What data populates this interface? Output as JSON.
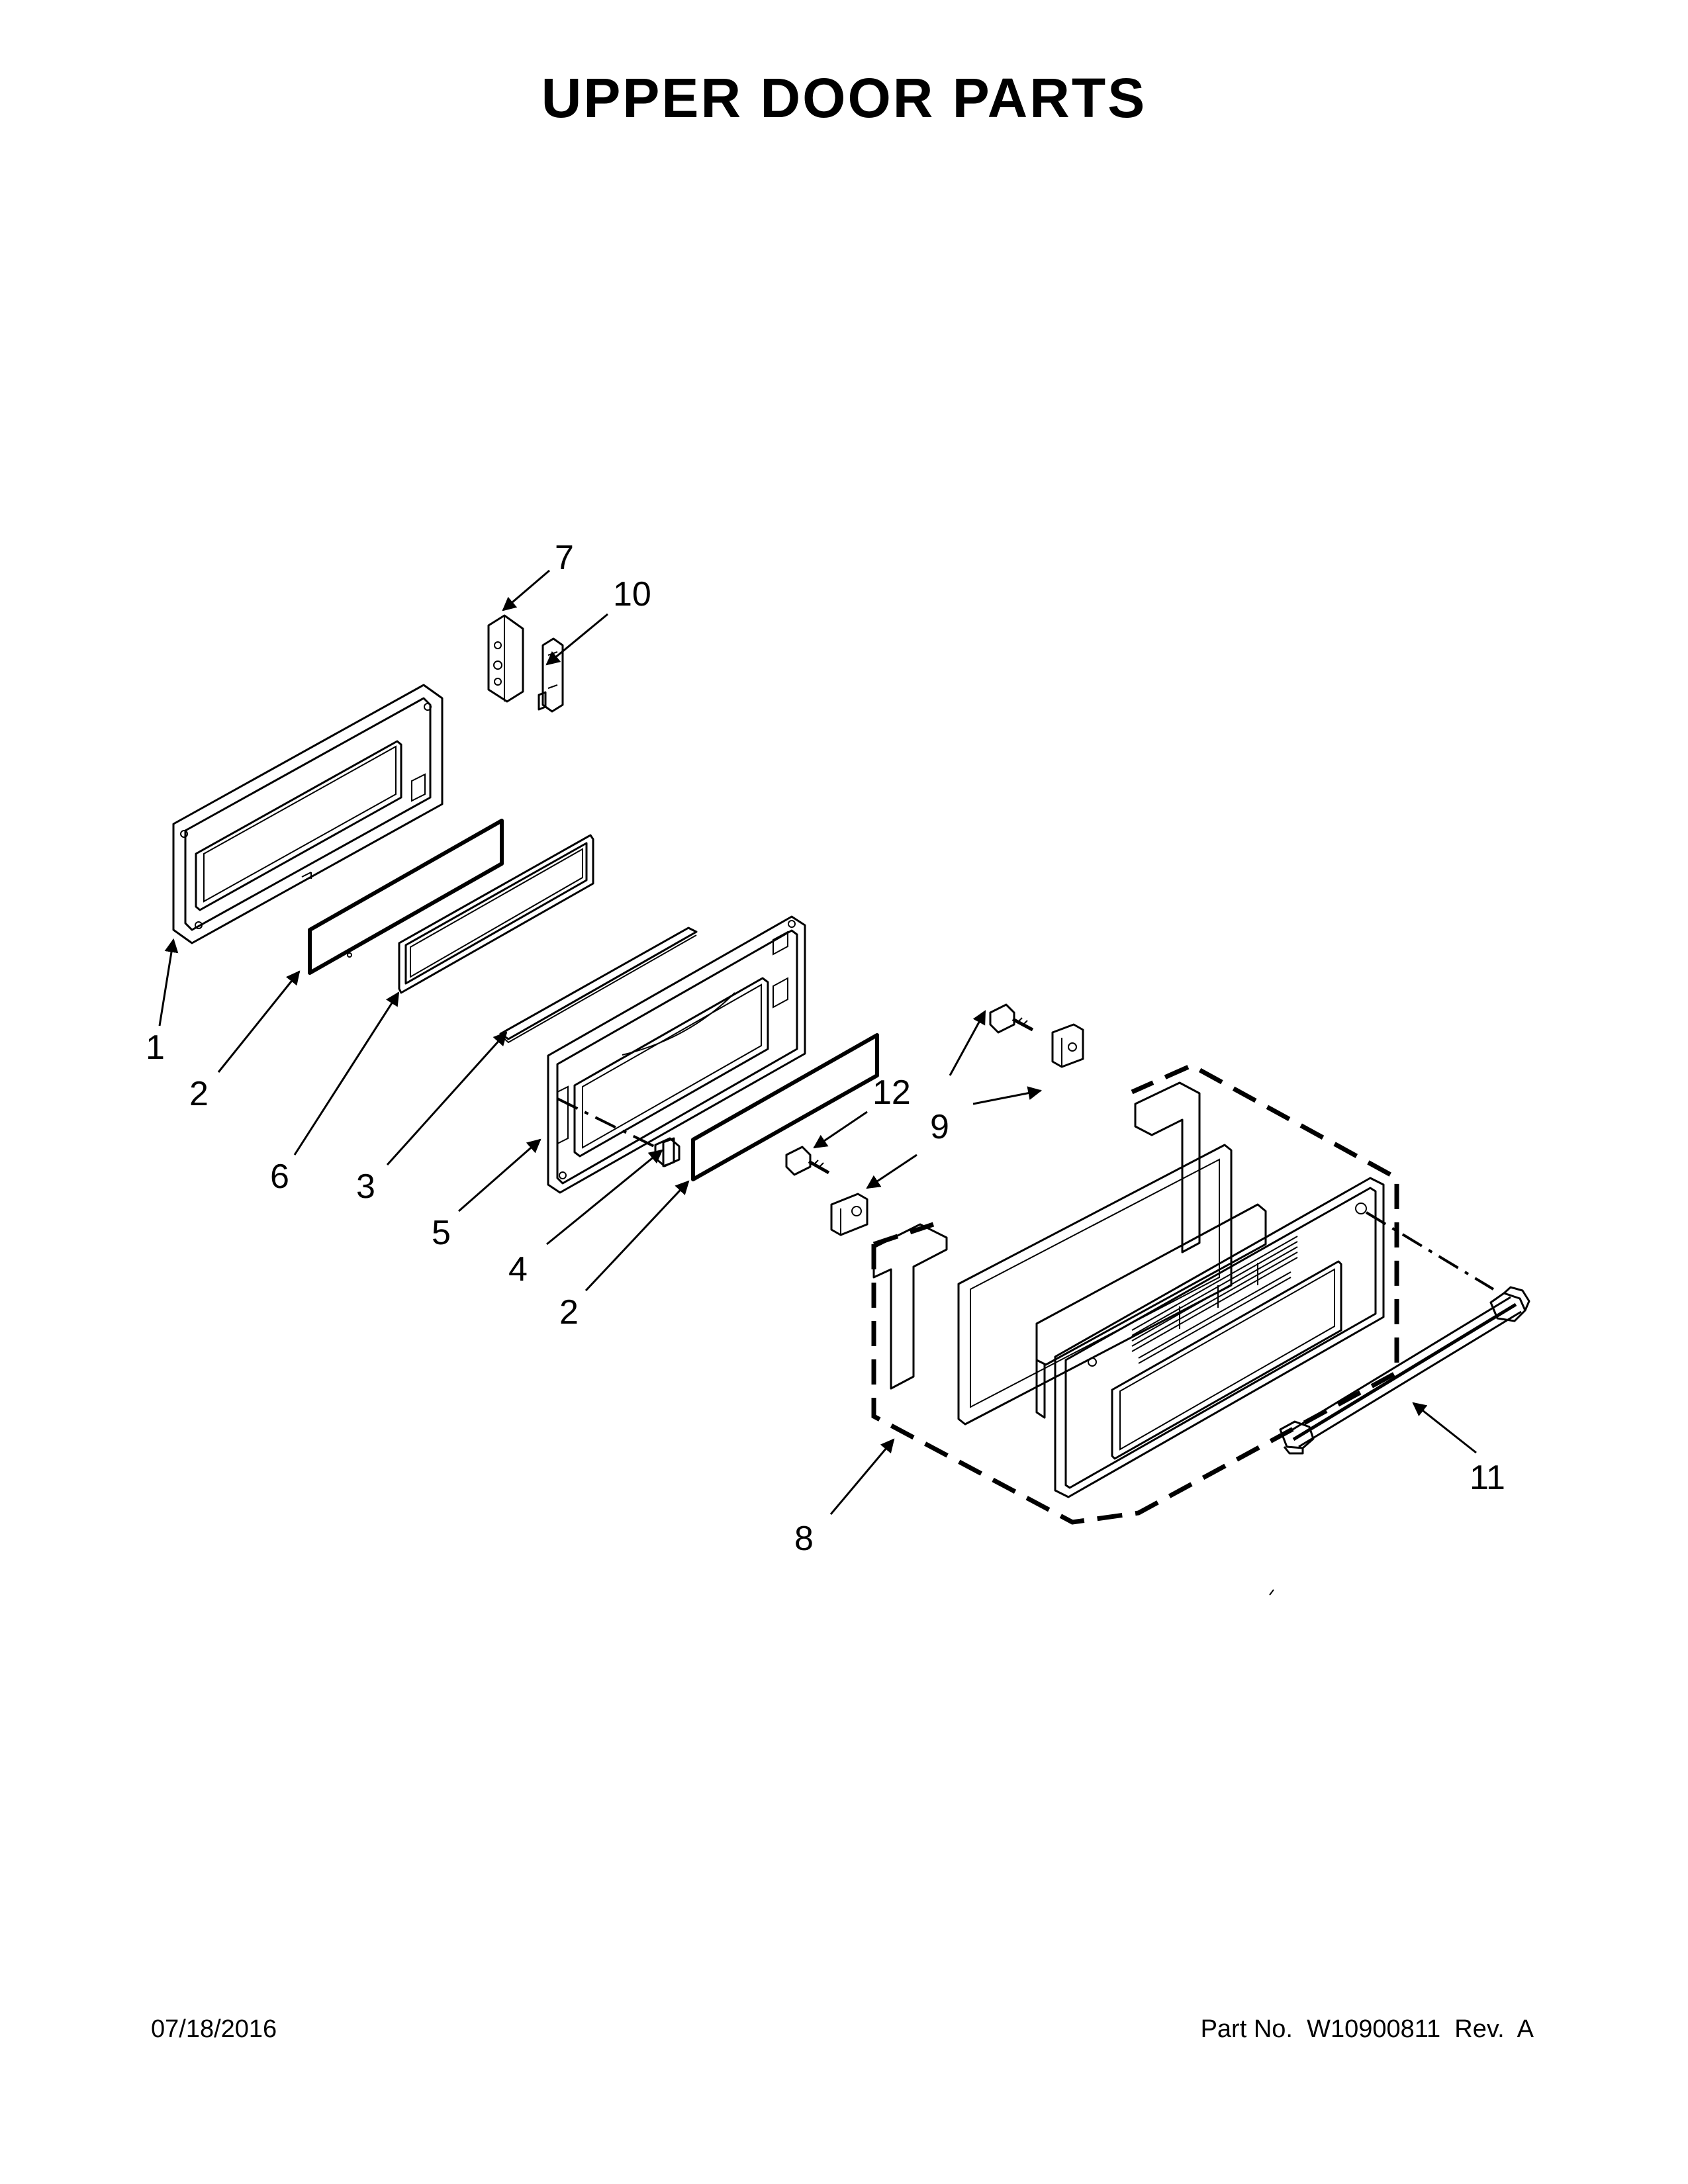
{
  "title": "UPPER DOOR PARTS",
  "footer": {
    "date": "07/18/2016",
    "part_number": "Part No.  W10900811  Rev.  A"
  },
  "callouts": {
    "c1": "1",
    "c2a": "2",
    "c2b": "2",
    "c3": "3",
    "c4": "4",
    "c5": "5",
    "c6": "6",
    "c7": "7",
    "c8": "8",
    "c9": "9",
    "c10": "10",
    "c11": "11",
    "c12": "12"
  }
}
